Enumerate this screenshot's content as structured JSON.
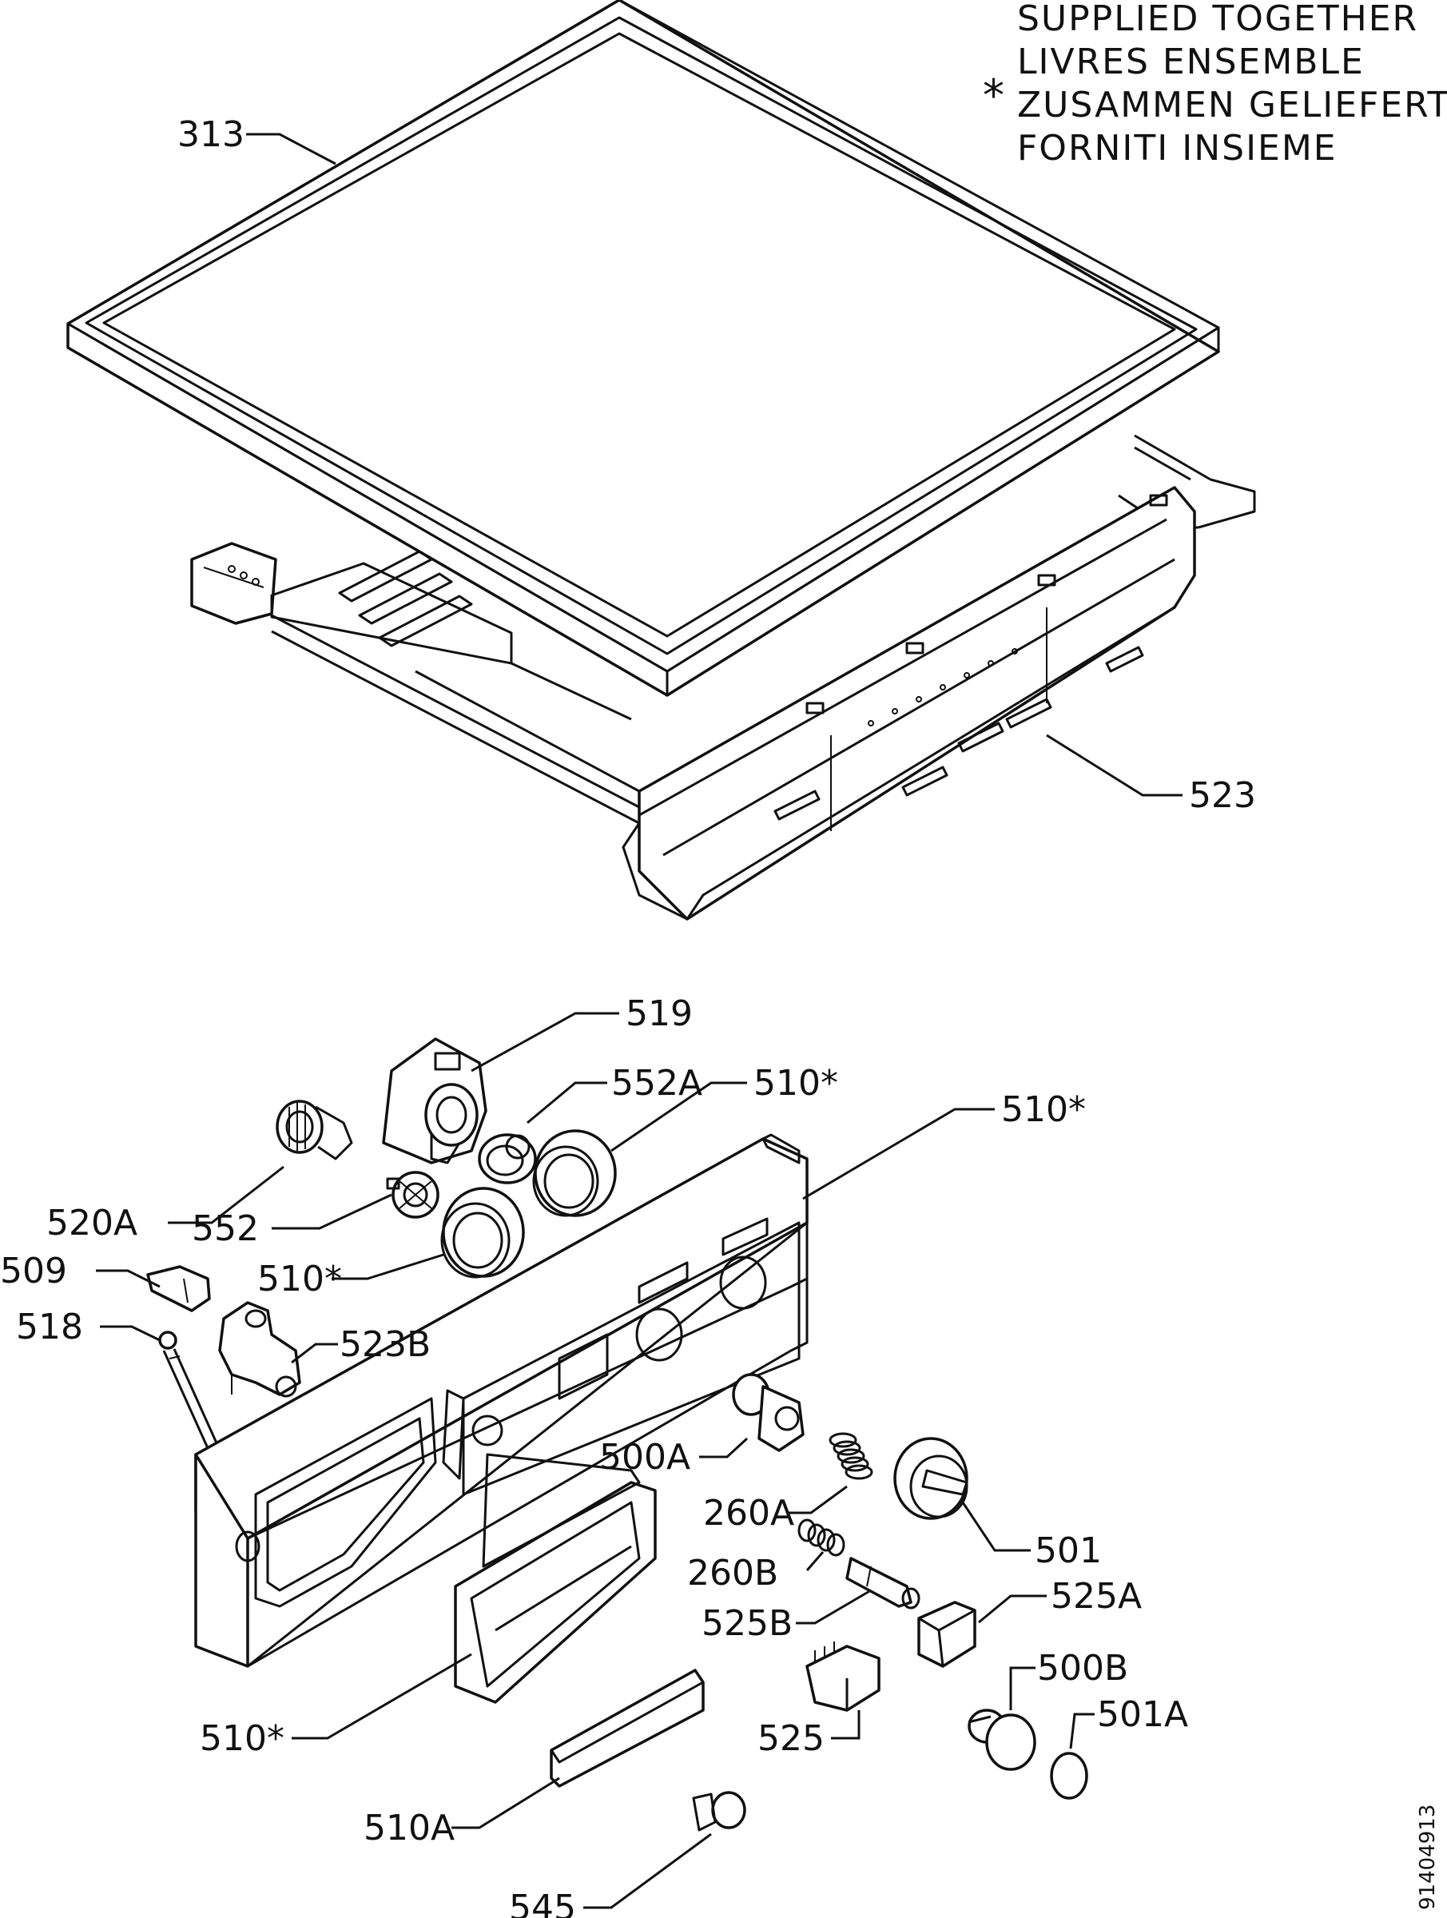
{
  "legend": {
    "symbol": "*",
    "lines": [
      "SUPPLIED TOGETHER",
      "LIVRES ENSEMBLE",
      "ZUSAMMEN GELIEFERT",
      "FORNITI INSIEME"
    ]
  },
  "labels": {
    "p313": "313",
    "p523": "523",
    "p519": "519",
    "p552A": "552A",
    "p510_knob_top": "510*",
    "p510_panel": "510*",
    "p520A": "520A",
    "p552": "552",
    "p510_knob_low": "510*",
    "p509": "509",
    "p518": "518",
    "p523B": "523B",
    "p500A": "500A",
    "p260A": "260A",
    "p501": "501",
    "p260B": "260B",
    "p525B": "525B",
    "p525A": "525A",
    "p500B": "500B",
    "p501A": "501A",
    "p525": "525",
    "p510_drawer": "510*",
    "p510A": "510A",
    "p545": "545"
  },
  "drawing_number": "91404913"
}
